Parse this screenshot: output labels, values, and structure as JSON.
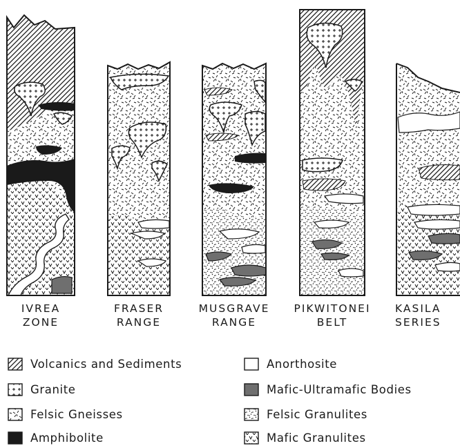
{
  "columns": [
    {
      "id": "ivrea",
      "line1": "IVREA",
      "line2": "ZONE"
    },
    {
      "id": "fraser",
      "line1": "FRASER",
      "line2": "RANGE"
    },
    {
      "id": "musgrave",
      "line1": "MUSGRAVE",
      "line2": "RANGE"
    },
    {
      "id": "pikwitonei",
      "line1": "PIKWITONEI",
      "line2": "BELT"
    },
    {
      "id": "kasila",
      "line1": "KASILA",
      "line2": "SERIES"
    }
  ],
  "legend": [
    {
      "id": "volcanics",
      "label": "Volcanics and Sediments",
      "pattern": "hatch"
    },
    {
      "id": "granite",
      "label": "Granite",
      "pattern": "granite"
    },
    {
      "id": "felsic-gneisses",
      "label": "Felsic Gneisses",
      "pattern": "gneiss"
    },
    {
      "id": "amphibolite",
      "label": "Amphibolite",
      "pattern": "solid-black"
    },
    {
      "id": "anorthosite",
      "label": "Anorthosite",
      "pattern": "blank"
    },
    {
      "id": "mafic-ultramafic",
      "label": "Mafic-Ultramafic Bodies",
      "pattern": "dark-gray"
    },
    {
      "id": "felsic-granulites",
      "label": "Felsic Granulites",
      "pattern": "stipple"
    },
    {
      "id": "mafic-granulites",
      "label": "Mafic Granulites",
      "pattern": "v-marks"
    }
  ],
  "colors": {
    "ink": "#1a1a1a",
    "paper": "#ffffff",
    "mafic_body": "#6f6f6f"
  }
}
